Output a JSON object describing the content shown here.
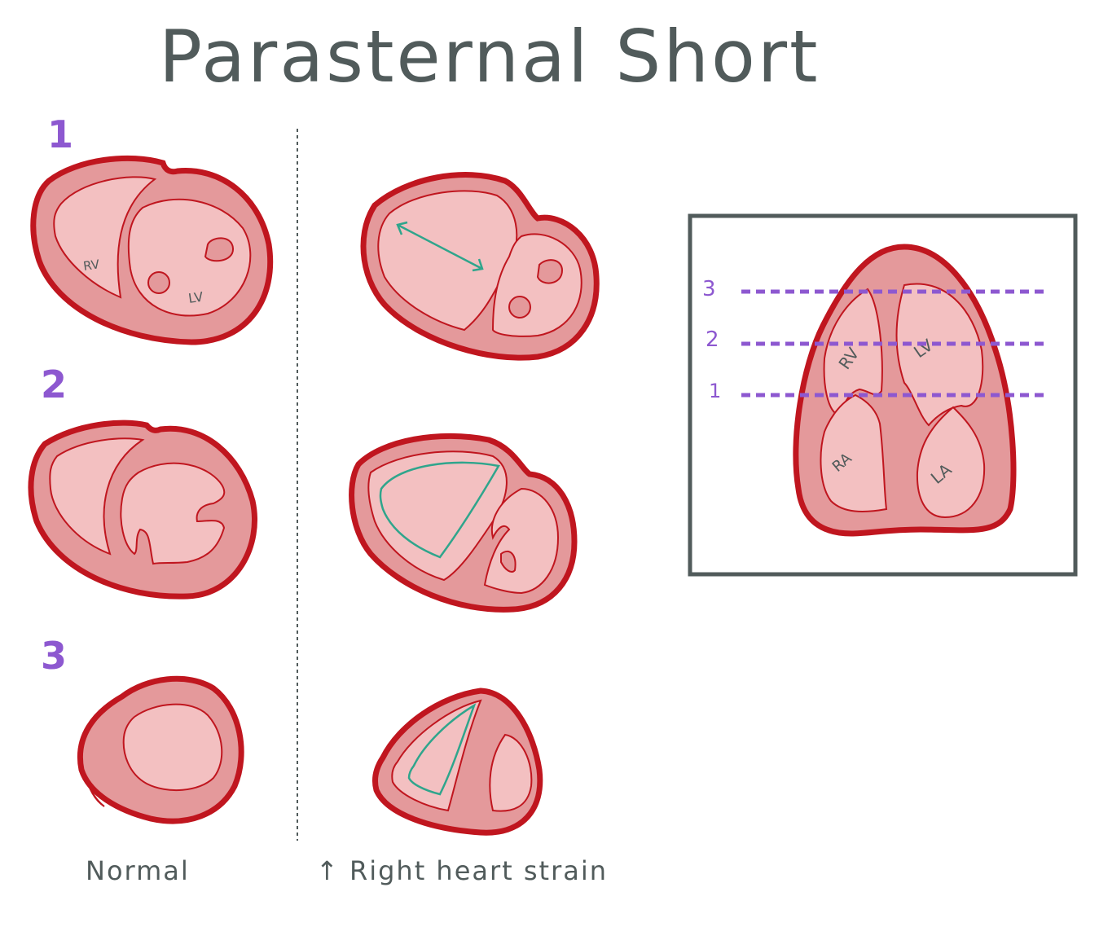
{
  "title": "Parasternal Short",
  "levels": [
    "1",
    "2",
    "3"
  ],
  "heart_labels": {
    "rv": "RV",
    "lv": "LV",
    "ra": "RA",
    "la": "LA"
  },
  "captions": {
    "normal": "Normal",
    "strain": "↑ Right heart strain"
  },
  "apical_view": {
    "levels": [
      "3",
      "2",
      "1"
    ]
  },
  "colors": {
    "outline": "#c0161f",
    "myocardium": "#e4999b",
    "chamber": "#f3c0c1",
    "level_marker": "#8d58d0",
    "annotation": "#2fa58c",
    "ink": "#515b5b"
  }
}
